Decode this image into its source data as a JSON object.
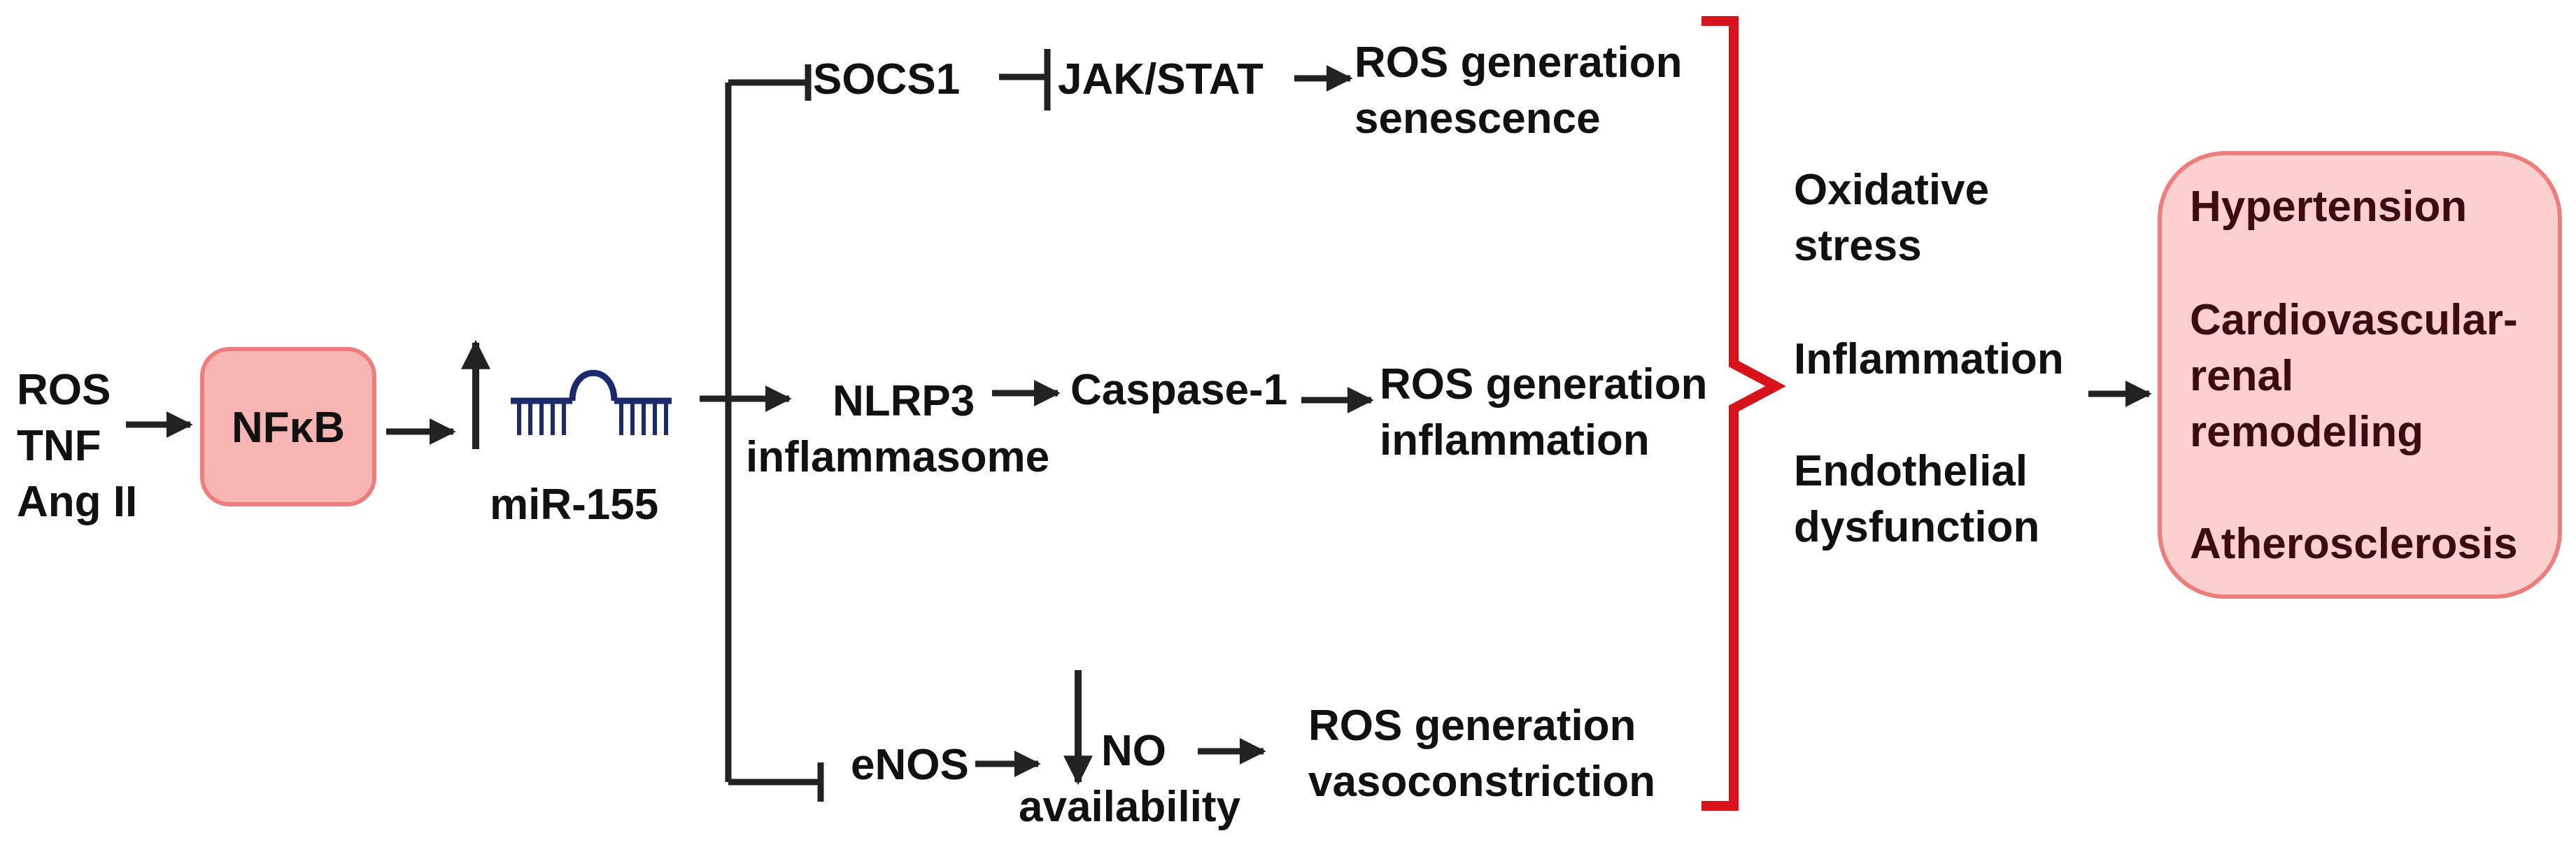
{
  "inputs": {
    "line1": "ROS",
    "line2": "TNF",
    "line3": "Ang II"
  },
  "nfkb": {
    "label": "NFκB",
    "fill": "#f6b4b2",
    "stroke": "#ee7e7b"
  },
  "mirna": {
    "label": "miR-155",
    "icon_color": "#1b2a6b"
  },
  "top_branch": {
    "socs1": "SOCS1",
    "jakstat": "JAK/STAT",
    "out_line1": "ROS generation",
    "out_line2": "senescence"
  },
  "middle_branch": {
    "nlrp3_line1": "NLRP3",
    "nlrp3_line2": "inflammasome",
    "caspase": "Caspase-1",
    "out_line1": "ROS generation",
    "out_line2": "inflammation"
  },
  "bottom_branch": {
    "enos": "eNOS",
    "no_line1": "NO",
    "no_line2": "availability",
    "out_line1": "ROS generation",
    "out_line2": "vasoconstriction"
  },
  "effects": {
    "oxidative_line1": "Oxidative",
    "oxidative_line2": "stress",
    "inflammation": "Inflammation",
    "endothelial_line1": "Endothelial",
    "endothelial_line2": "dysfunction"
  },
  "bracket_color": "#d8131b",
  "outcomes": {
    "fill": "#fbd0cf",
    "stroke": "#ee7e7b",
    "hypertension": "Hypertension",
    "remodeling_line1": "Cardiovascular-",
    "remodeling_line2": "renal",
    "remodeling_line3": "remodeling",
    "atherosclerosis": "Atherosclerosis"
  }
}
